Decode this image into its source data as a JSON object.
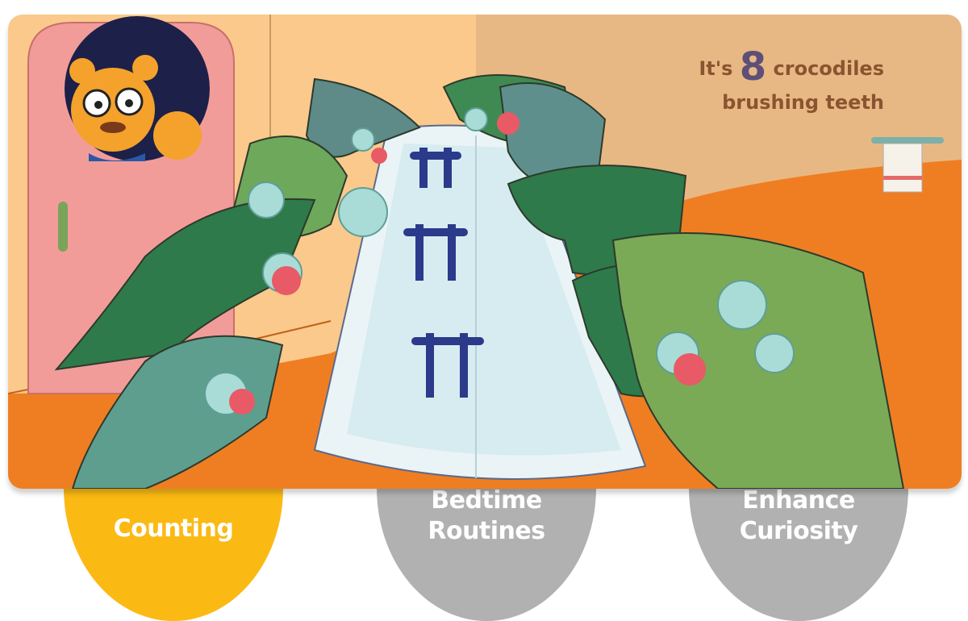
{
  "page": {
    "caption": {
      "prefix": "It's",
      "number": "8",
      "suffix": "crocodiles",
      "line2": "brushing teeth"
    },
    "tabs": [
      {
        "label_line1": "Counting",
        "label_line2": "",
        "active": true
      },
      {
        "label_line1": "Bedtime",
        "label_line2": "Routines",
        "active": false
      },
      {
        "label_line1": "Enhance",
        "label_line2": "Curiosity",
        "active": false
      }
    ],
    "colors": {
      "active_tab": "#fbb913",
      "inactive_tab": "#b1b1b1",
      "number": "#5d4f78",
      "caption_text": "#8a5430"
    }
  }
}
